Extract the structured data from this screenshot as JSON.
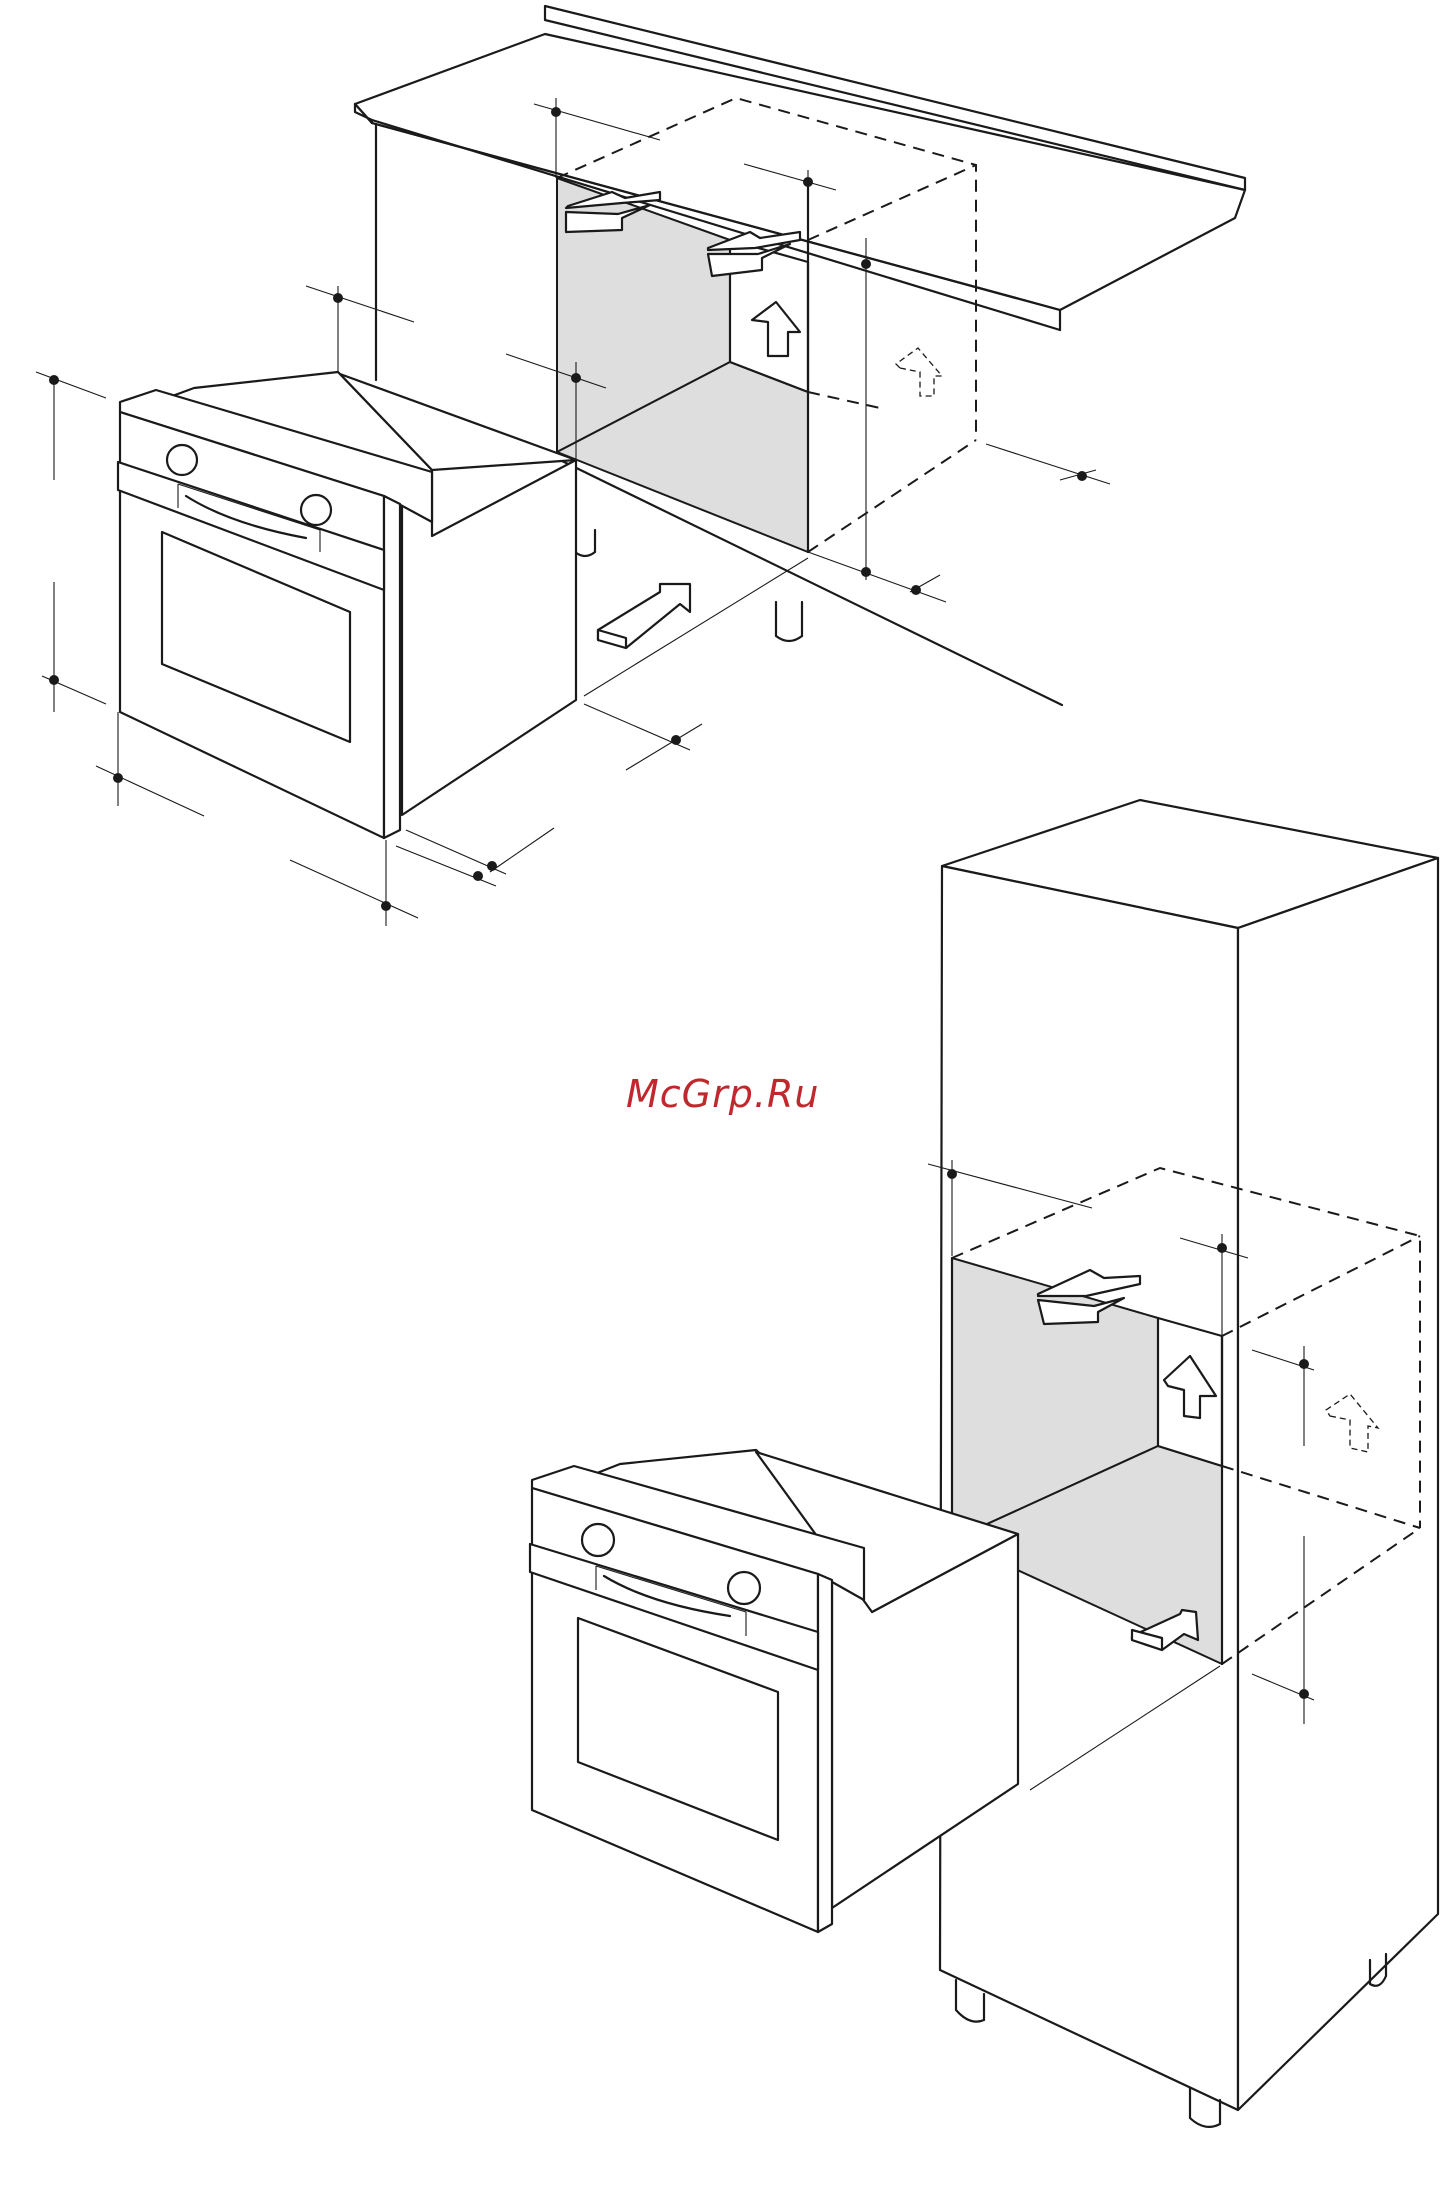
{
  "watermark": {
    "text": "McGrp.Ru",
    "color": "#c0282d"
  },
  "figures": [
    {
      "name": "under-counter-installation"
    },
    {
      "name": "tall-column-installation"
    }
  ],
  "colors": {
    "line": "#1a1a1a",
    "cavity": "#dedede",
    "background": "#ffffff"
  }
}
